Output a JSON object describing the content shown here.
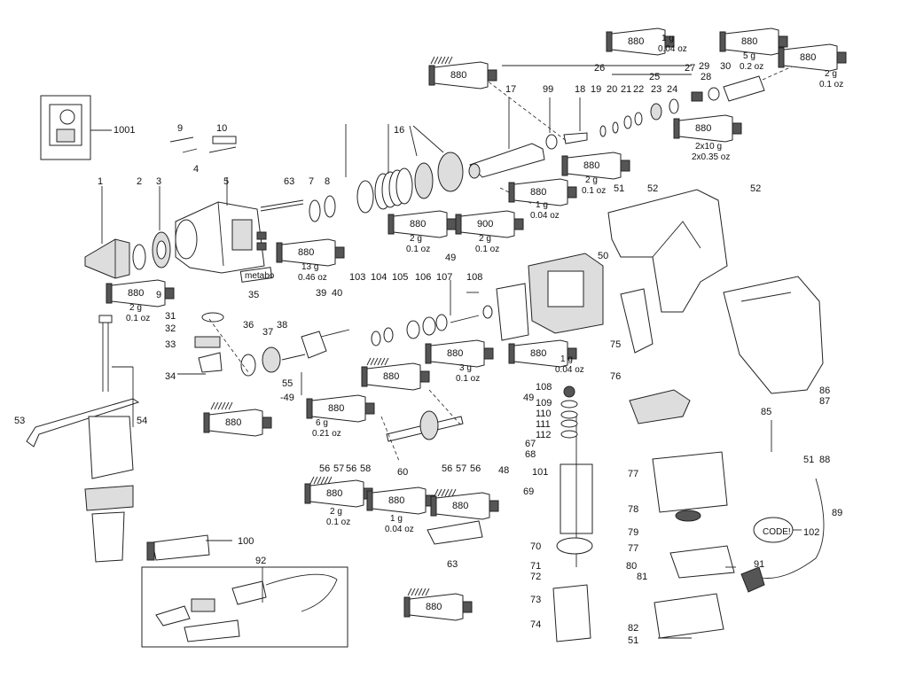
{
  "tube_label": "880",
  "tube_label_900": "900",
  "code_label": "CODE!",
  "callouts": {
    "c1001": "1001",
    "c1": "1",
    "c2": "2",
    "c3": "3",
    "c4": "4",
    "c5": "5",
    "c7": "7",
    "c8": "8",
    "c9a": "9",
    "c9b": "9",
    "c10": "10",
    "c16": "16",
    "c17": "17",
    "c18": "18",
    "c19": "19",
    "c20": "20",
    "c21": "21",
    "c22": "22",
    "c23": "23",
    "c24": "24",
    "c25": "25",
    "c26": "26",
    "c27": "27",
    "c28": "28",
    "c29": "29",
    "c30": "30",
    "c31": "31",
    "c32": "32",
    "c33": "33",
    "c34": "34",
    "c35": "35",
    "c36": "36",
    "c37": "37",
    "c38": "38",
    "c39": "39",
    "c40": "40",
    "c48": "48",
    "c49a": "49",
    "c49b": "-49",
    "c49c": "49",
    "c50": "50",
    "c51a": "51",
    "c51b": "51",
    "c51c": "51",
    "c52a": "52",
    "c52b": "52",
    "c53": "53",
    "c54": "54",
    "c55": "55",
    "c56a": "56",
    "c57a": "57",
    "c56b": "56",
    "c58": "58",
    "c56c": "56",
    "c57b": "57",
    "c56d": "56",
    "c60": "60",
    "c63a": "63",
    "c63b": "63",
    "c67": "67",
    "c68": "68",
    "c69": "69",
    "c70": "70",
    "c71": "71",
    "c72": "72",
    "c73": "73",
    "c74": "74",
    "c75": "75",
    "c76": "76",
    "c77a": "77",
    "c77b": "77",
    "c78": "78",
    "c79": "79",
    "c80": "80",
    "c81": "81",
    "c82": "82",
    "c85": "85",
    "c86": "86",
    "c87": "87",
    "c88": "88",
    "c89": "89",
    "c91": "91",
    "c92": "92",
    "c99": "99",
    "c100": "100",
    "c101": "101",
    "c102": "102",
    "c103": "103",
    "c104": "104",
    "c105": "105",
    "c106": "106",
    "c107": "107",
    "c108a": "108",
    "c108b": "108",
    "c109": "109",
    "c110": "110",
    "c111": "111",
    "c112": "112"
  },
  "amounts": {
    "a1": [
      "1 g",
      "0.04 oz"
    ],
    "a2": [
      "5 g",
      "0.2 oz"
    ],
    "a3": [
      "2 g",
      "0.1 oz"
    ],
    "a4": [
      "2x10 g",
      "2x0.35 oz"
    ],
    "a5": [
      "2 g",
      "0.1 oz"
    ],
    "a6": [
      "1 g",
      "0.04 oz"
    ],
    "a7": [
      "2 g",
      "0.1 oz"
    ],
    "a8": [
      "2 g",
      "0.1 oz"
    ],
    "a9": [
      "13 g",
      "0.46 oz"
    ],
    "a10": [
      "2 g",
      "0.1 oz"
    ],
    "a11": [
      "3 g",
      "0.1 oz"
    ],
    "a12": [
      "1 g",
      "0.04 oz"
    ],
    "a13": [
      "6 g",
      "0.21 oz"
    ],
    "a14": [
      "2 g",
      "0.1 oz"
    ],
    "a15": [
      "1 g",
      "0.04 oz"
    ]
  },
  "brand_label": "metabo"
}
